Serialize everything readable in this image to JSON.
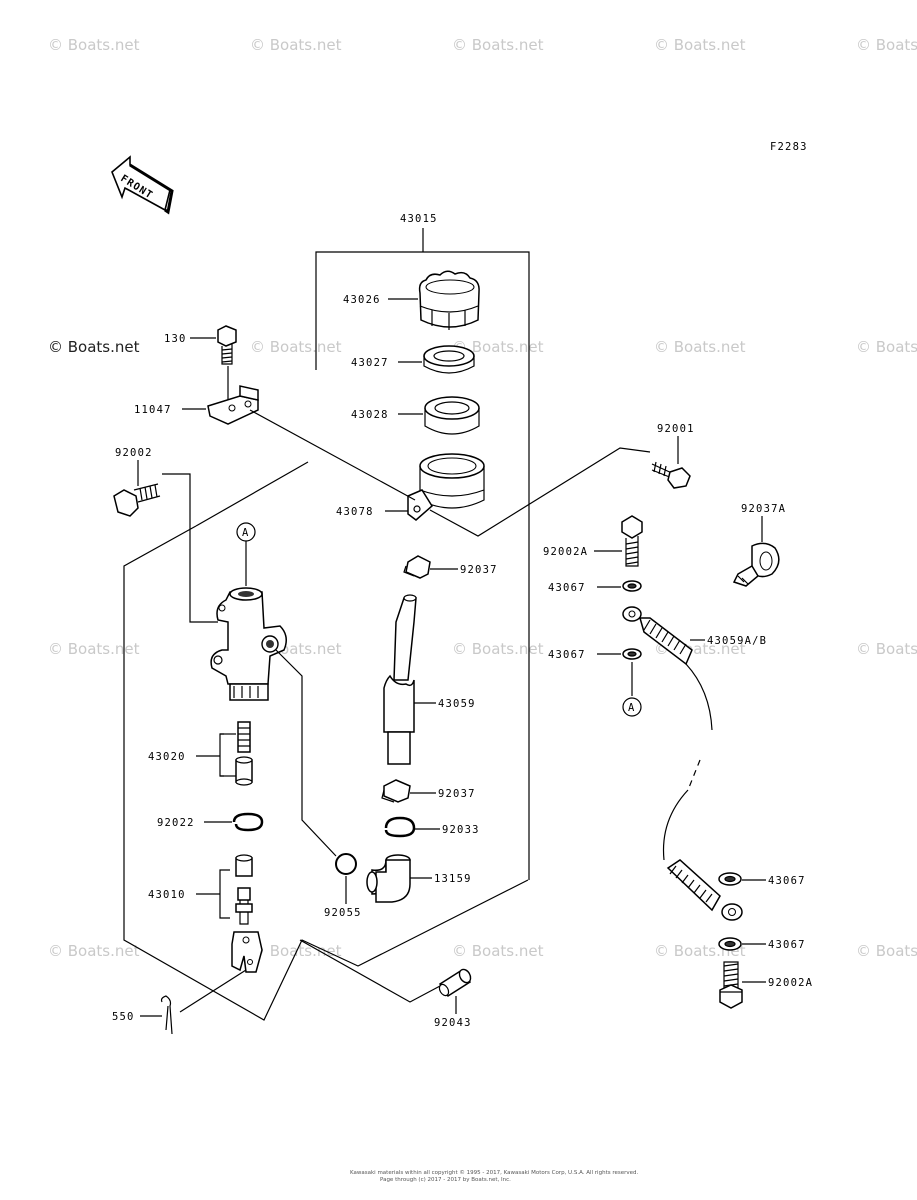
{
  "figure_code": "F2283",
  "front_label": "FRONT",
  "watermark": "© Boats.net",
  "ref_marker": "A",
  "labels": {
    "p43015": "43015",
    "p43026": "43026",
    "p43027": "43027",
    "p43028": "43028",
    "p43078": "43078",
    "p130": "130",
    "p11047": "11047",
    "p92002": "92002",
    "p92001": "92001",
    "p92037A": "92037A",
    "p92002A_top": "92002A",
    "p43067_a": "43067",
    "p43059AB": "43059A/B",
    "p43067_b": "43067",
    "p92037_top": "92037",
    "p43059": "43059",
    "p92037_bot": "92037",
    "p92033": "92033",
    "p13159": "13159",
    "p43020": "43020",
    "p92022": "92022",
    "p43010": "43010",
    "p92055": "92055",
    "p550": "550",
    "p92043": "92043",
    "p43067_c": "43067",
    "p43067_d": "43067",
    "p92002A_bot": "92002A"
  },
  "footer": {
    "line1": "Kawasaki materials within all copyright © 1995 - 2017, Kawasaki Motors Corp, U.S.A. All rights reserved.",
    "line2": "Page through (c) 2017 - 2017 by Boats.net, Inc."
  }
}
